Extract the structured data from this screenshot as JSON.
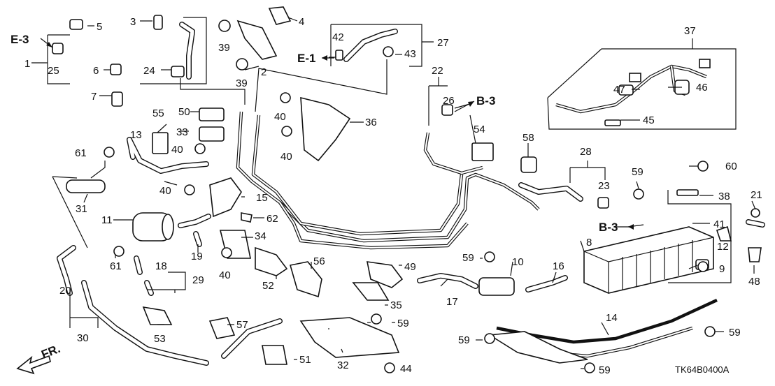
{
  "diagram": {
    "code": "TK64B0400A",
    "front_label": "FR.",
    "refs": [
      {
        "id": "ref-e3",
        "text": "E-3"
      },
      {
        "id": "ref-e1",
        "text": "E-1"
      },
      {
        "id": "ref-b3-top",
        "text": "B-3"
      },
      {
        "id": "ref-b3-mid",
        "text": "B-3"
      }
    ],
    "callouts": [
      "1",
      "2",
      "3",
      "4",
      "5",
      "6",
      "7",
      "8",
      "9",
      "10",
      "11",
      "12",
      "13",
      "14",
      "15",
      "16",
      "17",
      "18",
      "19",
      "20",
      "21",
      "22",
      "23",
      "24",
      "25",
      "26",
      "27",
      "28",
      "29",
      "30",
      "31",
      "32",
      "33",
      "34",
      "35",
      "36",
      "37",
      "38",
      "39",
      "40",
      "41",
      "42",
      "43",
      "44",
      "45",
      "46",
      "47",
      "48",
      "49",
      "50",
      "51",
      "52",
      "53",
      "54",
      "55",
      "56",
      "57",
      "58",
      "59",
      "60",
      "61",
      "62"
    ]
  }
}
